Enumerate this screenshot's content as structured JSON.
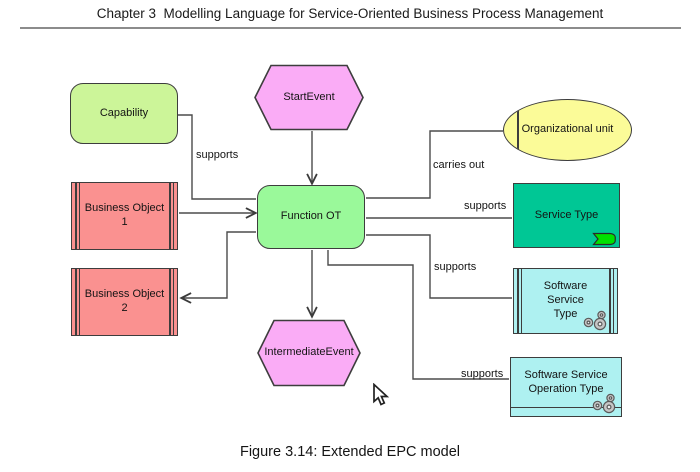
{
  "header": {
    "title": "Chapter 3  Modelling Language for Service-Oriented Business Process Management"
  },
  "figure": {
    "caption": "Figure 3.14: Extended EPC model",
    "nodes": {
      "capability": "Capability",
      "start_event": "StartEvent",
      "organizational_unit": "Organizational unit",
      "business_object_1": "Business Object 1",
      "business_object_2": "Business Object 2",
      "function_ot": "Function OT",
      "service_type": "Service Type",
      "software_service_type": "Software Service Type",
      "software_service_operation_type": "Software Service Operation Type",
      "intermediate_event": "IntermediateEvent"
    },
    "edge_labels": {
      "capability_to_function": "supports",
      "orgunit_to_function": "carries out",
      "function_to_service_type": "supports",
      "function_to_software_service_type": "supports",
      "function_to_software_service_operation_type": "supports"
    },
    "colors": {
      "capability_fill": "#ccf599",
      "function_fill": "#9af99a",
      "event_fill": "#faacf6",
      "organizational_unit_fill": "#fbfb98",
      "business_object_fill": "#fa9190",
      "service_type_fill": "#00c795",
      "software_fill": "#aef1f1",
      "service_marker_fill": "#00e100"
    }
  }
}
